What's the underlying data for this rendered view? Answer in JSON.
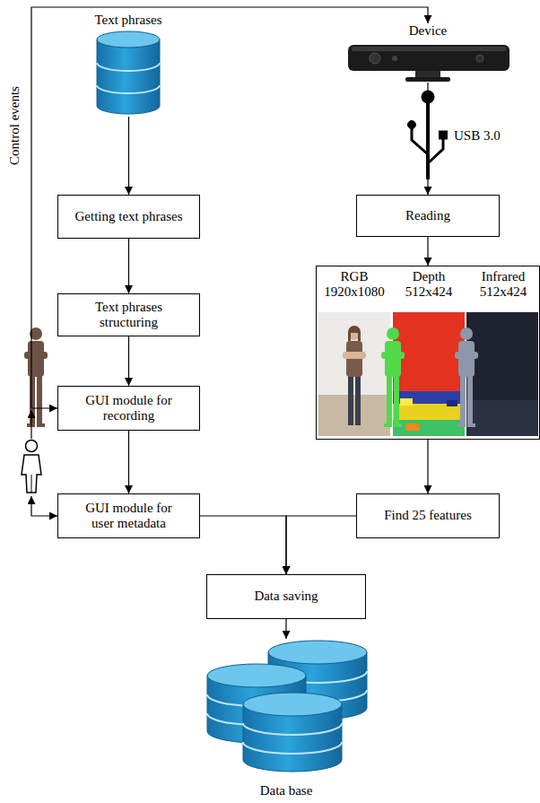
{
  "diagram": {
    "nodes": [
      {
        "text": [
          "Text phrases"
        ]
      },
      {
        "text": [
          "Device"
        ]
      },
      {
        "text": [
          "Getting text phrases"
        ]
      },
      {
        "text": [
          "Reading"
        ]
      },
      {
        "text": [
          "Text phrases structuring"
        ]
      },
      {
        "text": [
          "RGB 1920x1080",
          "Depth 512x424",
          "Infrared 512x424"
        ]
      },
      {
        "text": [
          "GUI module for recording"
        ]
      },
      {
        "text": [
          "GUI module for user metadata"
        ]
      },
      {
        "text": [
          "Find 25 features"
        ]
      },
      {
        "text": [
          "Data saving"
        ]
      },
      {
        "text": [
          "Data base"
        ]
      }
    ],
    "edges": [
      {
        "from": 0,
        "to": 2,
        "arrow": "to"
      },
      {
        "from": 2,
        "to": 4,
        "arrow": "to"
      },
      {
        "from": 4,
        "to": 6,
        "arrow": "to"
      },
      {
        "from": 6,
        "to": 7,
        "arrow": "to"
      },
      {
        "from": 6,
        "to": 1,
        "label": "Control events",
        "arrow": "both"
      },
      {
        "from": 1,
        "to": 3,
        "arrow": "to"
      },
      {
        "from": 3,
        "to": 5,
        "arrow": "to"
      },
      {
        "from": 5,
        "to": 8,
        "arrow": "to"
      },
      {
        "from": 7,
        "to": 9,
        "arrow": "to"
      },
      {
        "from": 8,
        "to": 9,
        "arrow": "to"
      },
      {
        "from": 9,
        "to": 10,
        "arrow": "to"
      }
    ],
    "labels": [
      "USB 3.0"
    ]
  }
}
